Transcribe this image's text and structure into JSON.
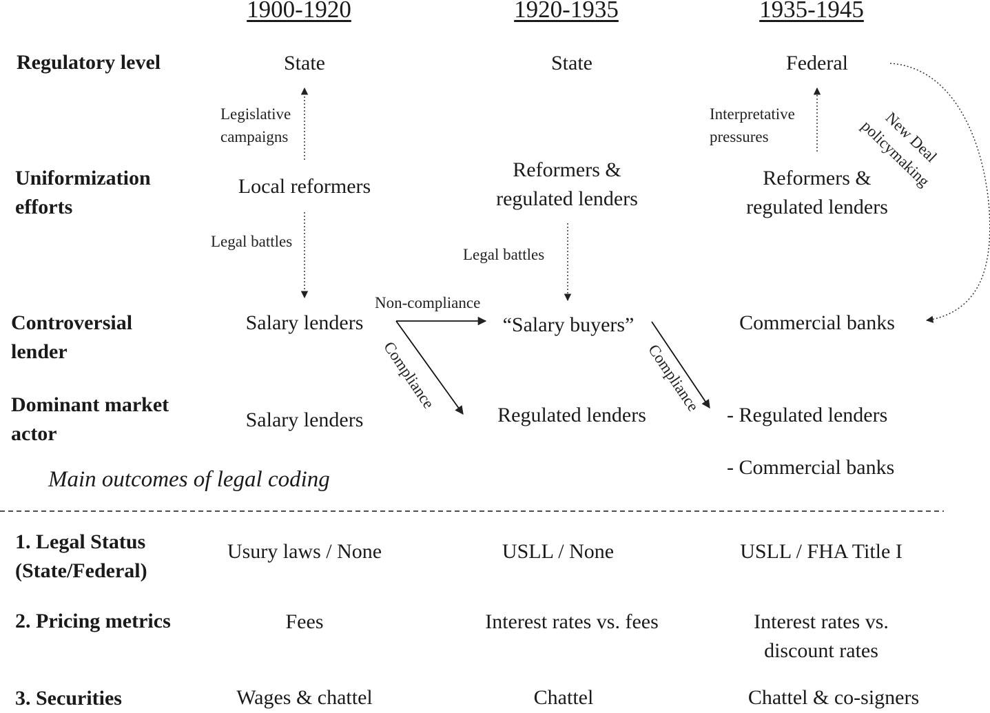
{
  "periods": [
    "1900-1920",
    "1920-1935",
    "1935-1945"
  ],
  "row_labels": {
    "regulatory_level": "Regulatory level",
    "uniformization": [
      "Uniformization",
      "efforts"
    ],
    "controversial_lender": [
      "Controversial",
      "lender"
    ],
    "dominant_market_actor": [
      "Dominant market",
      "actor"
    ],
    "legal_status": [
      "1. Legal Status",
      "(State/Federal)"
    ],
    "pricing_metrics": "2. Pricing metrics",
    "securities": "3. Securities"
  },
  "regulatory_level": [
    "State",
    "State",
    "Federal"
  ],
  "uniformization": {
    "p1": "Local reformers",
    "p2": [
      "Reformers &",
      "regulated lenders"
    ],
    "p3": [
      "Reformers &",
      "regulated lenders"
    ]
  },
  "controversial_lender": [
    "Salary lenders",
    "“Salary buyers”",
    "Commercial banks"
  ],
  "dominant_market_actor": {
    "p1": "Salary lenders",
    "p2": "Regulated lenders",
    "p3": [
      "- Regulated lenders",
      "- Commercial banks"
    ]
  },
  "arrow_labels": {
    "legislative_campaigns": [
      "Legislative",
      "campaigns"
    ],
    "legal_battles_1": "Legal battles",
    "legal_battles_2": "Legal battles",
    "interpretative_pressures": [
      "Interpretative",
      "pressures"
    ],
    "new_deal": [
      "New Deal",
      "policymaking"
    ],
    "non_compliance": "Non-compliance",
    "compliance_1": "Compliance",
    "compliance_2": "Compliance"
  },
  "section_caption": "Main outcomes of  legal coding",
  "legal_status": [
    "Usury laws / None",
    "USLL / None",
    "USLL / FHA Title I"
  ],
  "pricing_metrics": {
    "p1": "Fees",
    "p2": "Interest rates vs. fees",
    "p3": [
      "Interest rates vs.",
      "discount rates"
    ]
  },
  "securities": [
    "Wages & chattel",
    "Chattel",
    "Chattel & co-signers"
  ]
}
